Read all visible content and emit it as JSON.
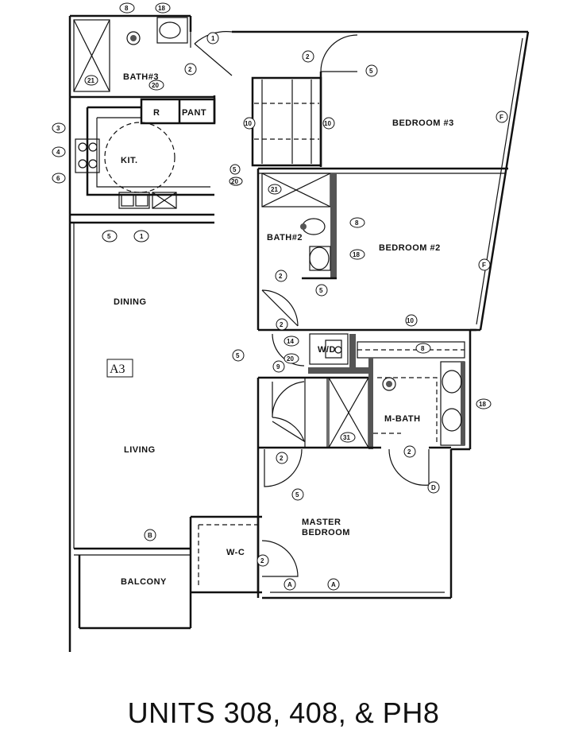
{
  "caption": "UNITS 308, 408, & PH8",
  "unit_type": "A3",
  "rooms": {
    "bath3": "BATH#3",
    "pantry_r": "R",
    "pantry": "PANT",
    "bedroom3": "BEDROOM #3",
    "kitchen": "KIT.",
    "bath2": "BATH#2",
    "bedroom2": "BEDROOM #2",
    "dining": "DINING",
    "wd": "W/D",
    "mbath": "M-BATH",
    "living": "LIVING",
    "master_line1": "MASTER",
    "master_line2": "BEDROOM",
    "wc": "W-C",
    "balcony": "BALCONY"
  },
  "tags": {
    "t8a": "8",
    "t18a": "18",
    "t21a": "21",
    "t1a": "1",
    "t2a": "2",
    "t20a": "20",
    "t2b": "2",
    "t5a": "5",
    "t3": "3",
    "t4": "4",
    "t6": "6",
    "t10a": "10",
    "t10b": "10",
    "tFa": "F",
    "t5b": "5",
    "t20b": "20",
    "t21b": "21",
    "t8b": "8",
    "t18b": "18",
    "t2c": "2",
    "t5c": "5",
    "tFb": "F",
    "t5d": "5",
    "t1b": "1",
    "t2d": "2",
    "t10c": "10",
    "t14": "14",
    "t20c": "20",
    "t9": "9",
    "t8c": "8",
    "t18c": "18",
    "t5e": "5",
    "t31": "31",
    "t2e": "2",
    "t2f": "2",
    "tD": "D",
    "t5f": "5",
    "tB": "B",
    "t2g": "2",
    "tAa": "A",
    "tAb": "A"
  }
}
